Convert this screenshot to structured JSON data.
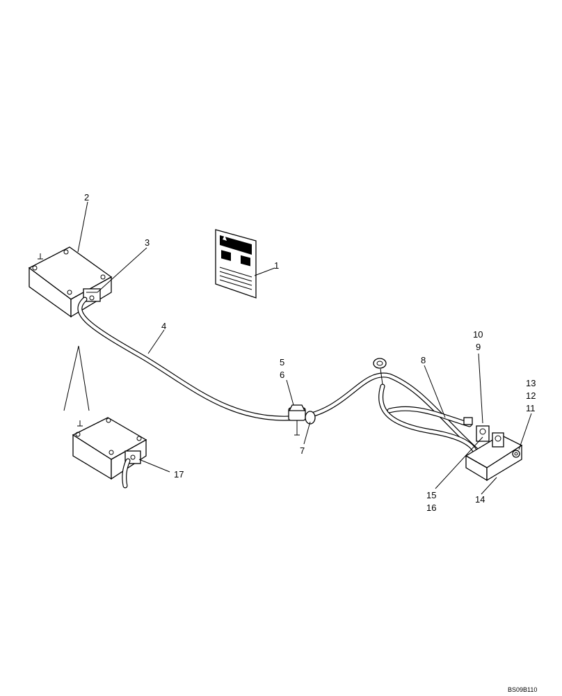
{
  "callouts": {
    "c1": "1",
    "c2": "2",
    "c3": "3",
    "c4": "4",
    "c5": "5",
    "c6": "6",
    "c7": "7",
    "c8": "8",
    "c9": "9",
    "c10": "10",
    "c11": "11",
    "c12": "12",
    "c13": "13",
    "c14": "14",
    "c15": "15",
    "c16": "16",
    "c17": "17"
  },
  "drawing_code": "BS09B110"
}
